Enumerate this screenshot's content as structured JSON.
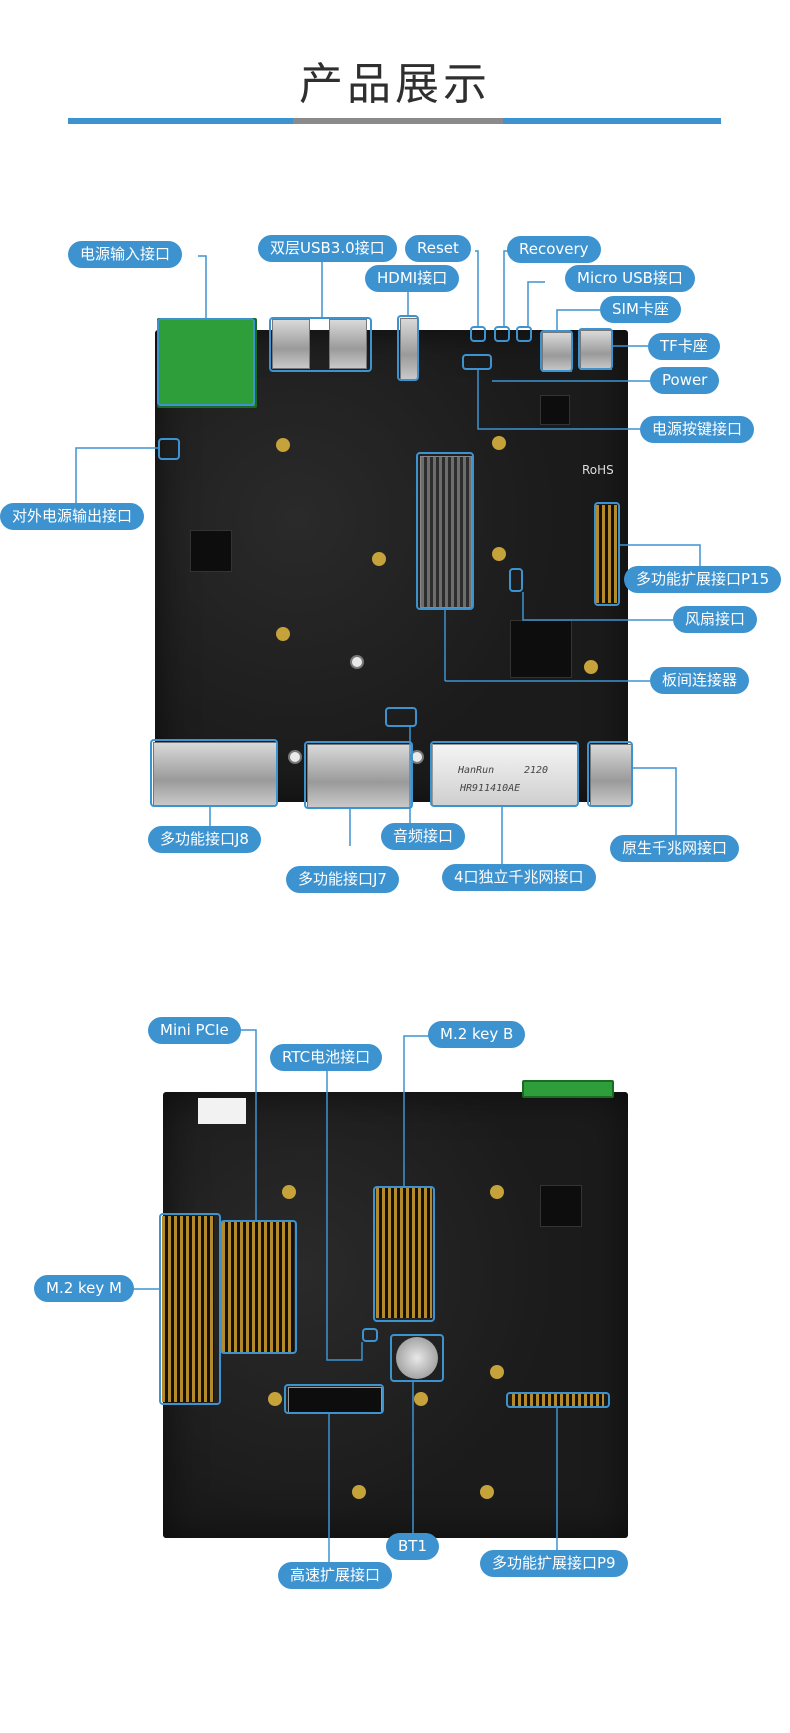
{
  "page_title": "产品展示",
  "colors": {
    "accent": "#3d93d0",
    "bar_mid": "#8a8a8a",
    "board": "#1b1b1b"
  },
  "top_board": {
    "silkscreen": {
      "rohs": "RoHS",
      "eth_brand": "HanRun",
      "eth_part": "HR911410AE",
      "eth_code": "2120"
    },
    "labels": {
      "power_input": "电源输入接口",
      "usb3": "双层USB3.0接口",
      "hdmi": "HDMI接口",
      "reset": "Reset",
      "recovery": "Recovery",
      "micro_usb": "Micro USB接口",
      "sim": "SIM卡座",
      "tf": "TF卡座",
      "power": "Power",
      "power_button": "电源按键接口",
      "ext_power_out": "对外电源输出接口",
      "p15": "多功能扩展接口P15",
      "fan": "风扇接口",
      "b2b": "板间连接器",
      "j8": "多功能接口J8",
      "j7": "多功能接口J7",
      "audio": "音频接口",
      "eth4": "4口独立千兆网接口",
      "eth_native": "原生千兆网接口"
    }
  },
  "bottom_board": {
    "labels": {
      "mini_pcie": "Mini PCIe",
      "rtc": "RTC电池接口",
      "m2_b": "M.2 key B",
      "m2_m": "M.2 key M",
      "bt1": "BT1",
      "highspeed": "高速扩展接口",
      "p9": "多功能扩展接口P9"
    }
  }
}
